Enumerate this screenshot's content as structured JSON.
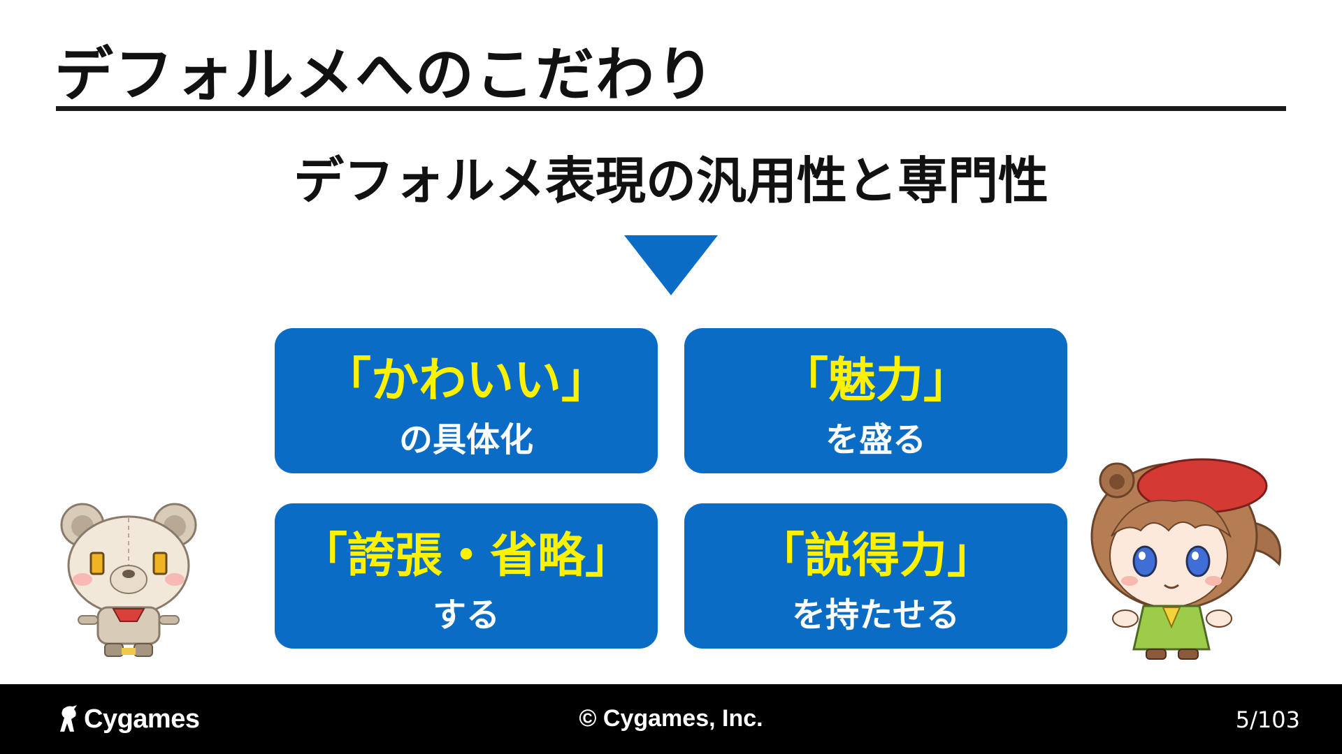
{
  "slide": {
    "title": "デフォルメへのこだわり",
    "subtitle": "デフォルメ表現の汎用性と専門性"
  },
  "cards": [
    {
      "headline": "「かわいい」",
      "sub": "の具体化"
    },
    {
      "headline": "「魅力」",
      "sub": "を盛る"
    },
    {
      "headline": "「誇張・省略」",
      "sub": "する"
    },
    {
      "headline": "「説得力」",
      "sub": "を持たせる"
    }
  ],
  "footer": {
    "logo_text": "Cygames",
    "copyright": "© Cygames, Inc.",
    "page_number": "5/103"
  },
  "colors": {
    "card_background": "#0a6cc4",
    "card_headline": "#fff200",
    "arrow": "#0a6cc4",
    "footer_background": "#000000"
  },
  "icons": {
    "arrow": "down-triangle-icon",
    "logo": "cygames-logo-icon",
    "left_mascot": "bear-mascot",
    "right_mascot": "girl-mascot"
  }
}
